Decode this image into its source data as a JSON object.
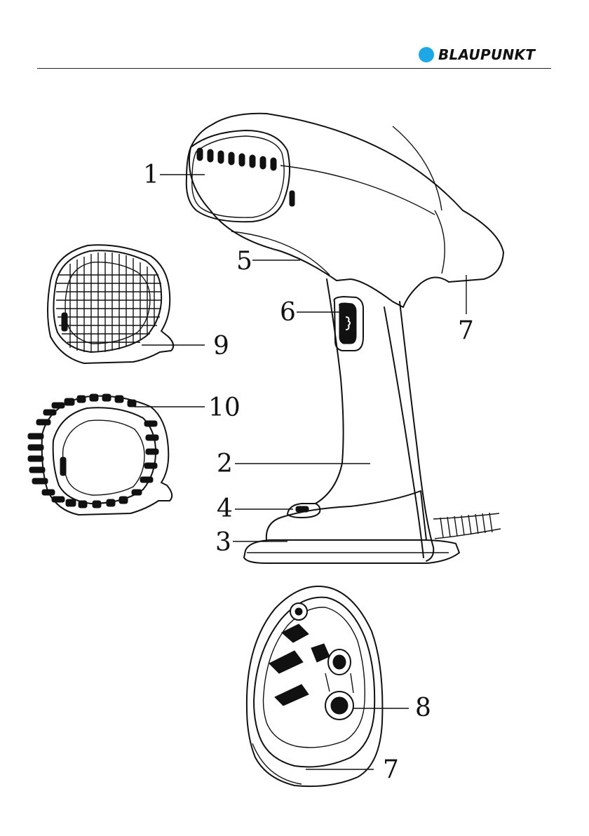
{
  "brand": {
    "name": "BLAUPUNKT",
    "dot_color": "#1ea7e6"
  },
  "callouts": {
    "c1": "1",
    "c2": "2",
    "c3": "3",
    "c4": "4",
    "c5": "5",
    "c6": "6",
    "c7a": "7",
    "c7b": "7",
    "c8": "8",
    "c9": "9",
    "c10": "10"
  },
  "illustrations": {
    "steamer": "garment-steamer-icon",
    "mesh_attachment": "mesh-attachment-icon",
    "brush_attachment": "brush-attachment-icon",
    "water_tank": "water-tank-icon"
  }
}
